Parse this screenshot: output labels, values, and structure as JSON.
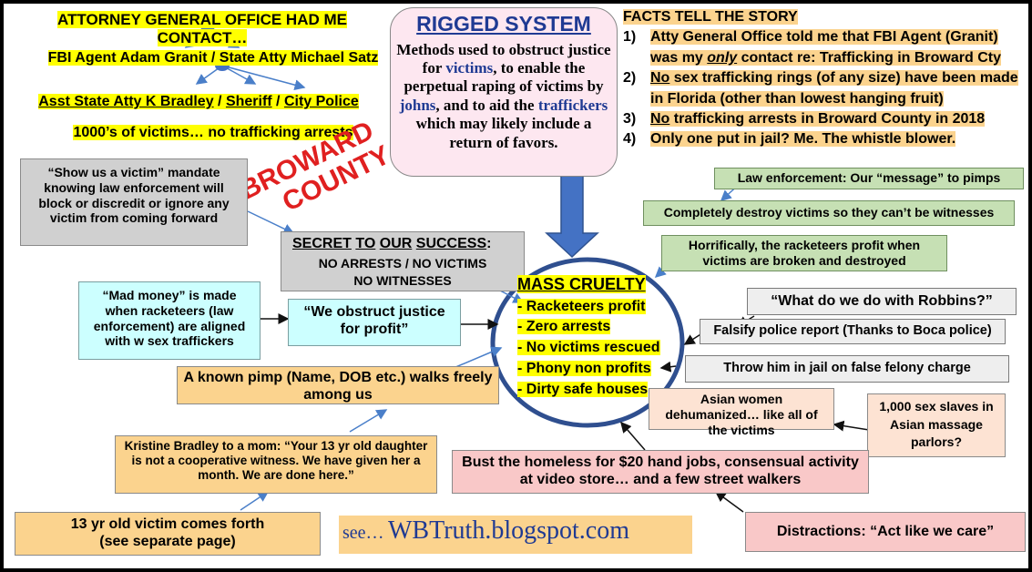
{
  "header_left": {
    "line1": "ATTORNEY GENERAL OFFICE HAD ME CONTACT…",
    "line2": "FBI Agent Adam Granit / State Atty Michael Satz",
    "line3": [
      "Asst State Atty K Bradley",
      " / ",
      "Sheriff",
      " / ",
      "City Police"
    ],
    "line4": "1000’s of victims… no trafficking arrests"
  },
  "stamp": {
    "line1": "BROWARD",
    "line2": "COUNTY"
  },
  "rigged": {
    "title": "RIGGED SYSTEM",
    "parts": [
      "Methods used to obstruct justice for ",
      "victims",
      ", to enable the perpetual raping of victims by ",
      "johns",
      ", and to aid the ",
      "traffickers",
      " which may likely include a return of favors."
    ]
  },
  "facts": {
    "title": "FACTS TELL THE STORY",
    "items": [
      {
        "num": "1)",
        "parts": [
          "Atty General Office told me that FBI Agent (Granit) was my ",
          "only",
          " contact re: Trafficking in Broward Cty"
        ]
      },
      {
        "num": "2)",
        "parts": [
          "No",
          " sex trafficking rings (of any size) have been made in Florida (other than lowest hanging fruit)"
        ]
      },
      {
        "num": "3)",
        "parts": [
          "No",
          " trafficking arrests in Broward County in 2018"
        ]
      },
      {
        "num": "4)",
        "parts": [
          "Only one put in jail? Me. The whistle blower."
        ]
      }
    ]
  },
  "boxes": {
    "show_us": "“Show us a  victim” mandate knowing law enforcement will block or discredit or ignore any victim from coming forward",
    "secret_title": [
      "SECRET",
      " ",
      "TO",
      " ",
      "OUR",
      " ",
      "SUCCESS",
      ":"
    ],
    "secret_line1": "NO ARRESTS / NO VICTIMS",
    "secret_line2": "NO WITNESSES",
    "mad_money": "“Mad money” is made when racketeers (law enforcement) are aligned with w sex traffickers",
    "obstruct": "“We obstruct justice for profit”",
    "pimp": "A known pimp (Name, DOB etc.) walks freely among us",
    "kristine": "Kristine Bradley to a mom: “Your 13 yr old daughter is not a cooperative witness. We have given her a month. We are done here.”",
    "victim13_line1": "13 yr old victim comes forth",
    "victim13_line2": "(see separate page)",
    "see": "see…",
    "blog": "WBTruth.blogspot.com",
    "message": "Law enforcement: Our “message” to pimps",
    "destroy": "Completely destroy victims so they can’t be witnesses",
    "horrific": "Horrifically, the racketeers profit when victims are broken and destroyed",
    "robbins": "“What do we do with Robbins?”",
    "falsify": "Falsify police report (Thanks to Boca police)",
    "jail": "Throw him in jail on false felony charge",
    "asian": "Asian women dehumanized… like all of the victims",
    "slaves": "1,000 sex slaves in Asian massage parlors?",
    "homeless": "Bust the homeless for $20 hand jobs, consensual activity at video store… and  a few street walkers",
    "distractions": "Distractions: “Act like we care”"
  },
  "cruelty": {
    "title": "MASS CRUELTY",
    "items": [
      "- Racketeers profit",
      "- Zero arrests",
      "- No victims rescued",
      "- Phony non profits",
      "- Dirty safe houses"
    ]
  },
  "colors": {
    "highlight": "#ffff00",
    "red_stamp": "#e02020",
    "navy": "#1f3a93",
    "circle": "#2f4f8f",
    "arrow_blue": "#4a7fc9"
  }
}
